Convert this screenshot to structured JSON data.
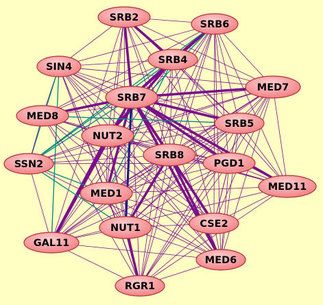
{
  "colors": {
    "background": "#ffffc4",
    "edge_primary": "#7a0f8c",
    "edge_secondary": "#0f8a86",
    "edge_dark": "#1a1a8c",
    "node_fill_light": "#ffd0d0",
    "node_fill_dark": "#ef7b80",
    "node_border": "#b0303a"
  },
  "nodes": [
    {
      "id": "SRB2",
      "label": "SRB2"
    },
    {
      "id": "SRB6",
      "label": "SRB6"
    },
    {
      "id": "SIN4",
      "label": "SIN4"
    },
    {
      "id": "SRB4",
      "label": "SRB4"
    },
    {
      "id": "MED7",
      "label": "MED7"
    },
    {
      "id": "SRB7",
      "label": "SRB7"
    },
    {
      "id": "MED8",
      "label": "MED8"
    },
    {
      "id": "SRB5",
      "label": "SRB5"
    },
    {
      "id": "NUT2",
      "label": "NUT2"
    },
    {
      "id": "SSN2",
      "label": "SSN2"
    },
    {
      "id": "SRB8",
      "label": "SRB8"
    },
    {
      "id": "PGD1",
      "label": "PGD1"
    },
    {
      "id": "MED11",
      "label": "MED11"
    },
    {
      "id": "MED1",
      "label": "MED1"
    },
    {
      "id": "NUT1",
      "label": "NUT1"
    },
    {
      "id": "CSE2",
      "label": "CSE2"
    },
    {
      "id": "GAL11",
      "label": "GAL11"
    },
    {
      "id": "MED6",
      "label": "MED6"
    },
    {
      "id": "RGR1",
      "label": "RGR1"
    }
  ]
}
